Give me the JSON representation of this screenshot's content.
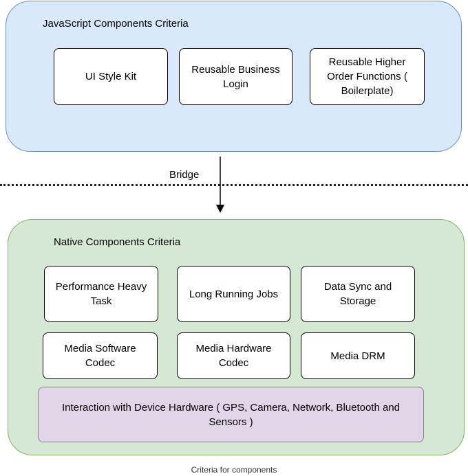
{
  "js_group": {
    "title": "JavaScript Components Criteria",
    "boxes": [
      "UI Style Kit",
      "Reusable Business Login",
      "Reusable Higher Order Functions ( Boilerplate)"
    ]
  },
  "bridge": {
    "label": "Bridge"
  },
  "native_group": {
    "title": "Native Components Criteria",
    "boxes": [
      "Performance Heavy Task",
      "Long Running Jobs",
      "Data Sync and Storage",
      "Media Software Codec",
      "Media Hardware Codec",
      "Media DRM"
    ],
    "wide_box": "Interaction with Device Hardware ( GPS, Camera, Network, Bluetooth and Sensors )"
  },
  "caption": "Criteria for components",
  "colors": {
    "js_fill": "#dae8fc",
    "js_stroke": "#6c8ebf",
    "native_fill": "#d5e8d4",
    "native_stroke": "#82b366",
    "hardware_fill": "#e1d5e7",
    "hardware_stroke": "#9673a6"
  }
}
